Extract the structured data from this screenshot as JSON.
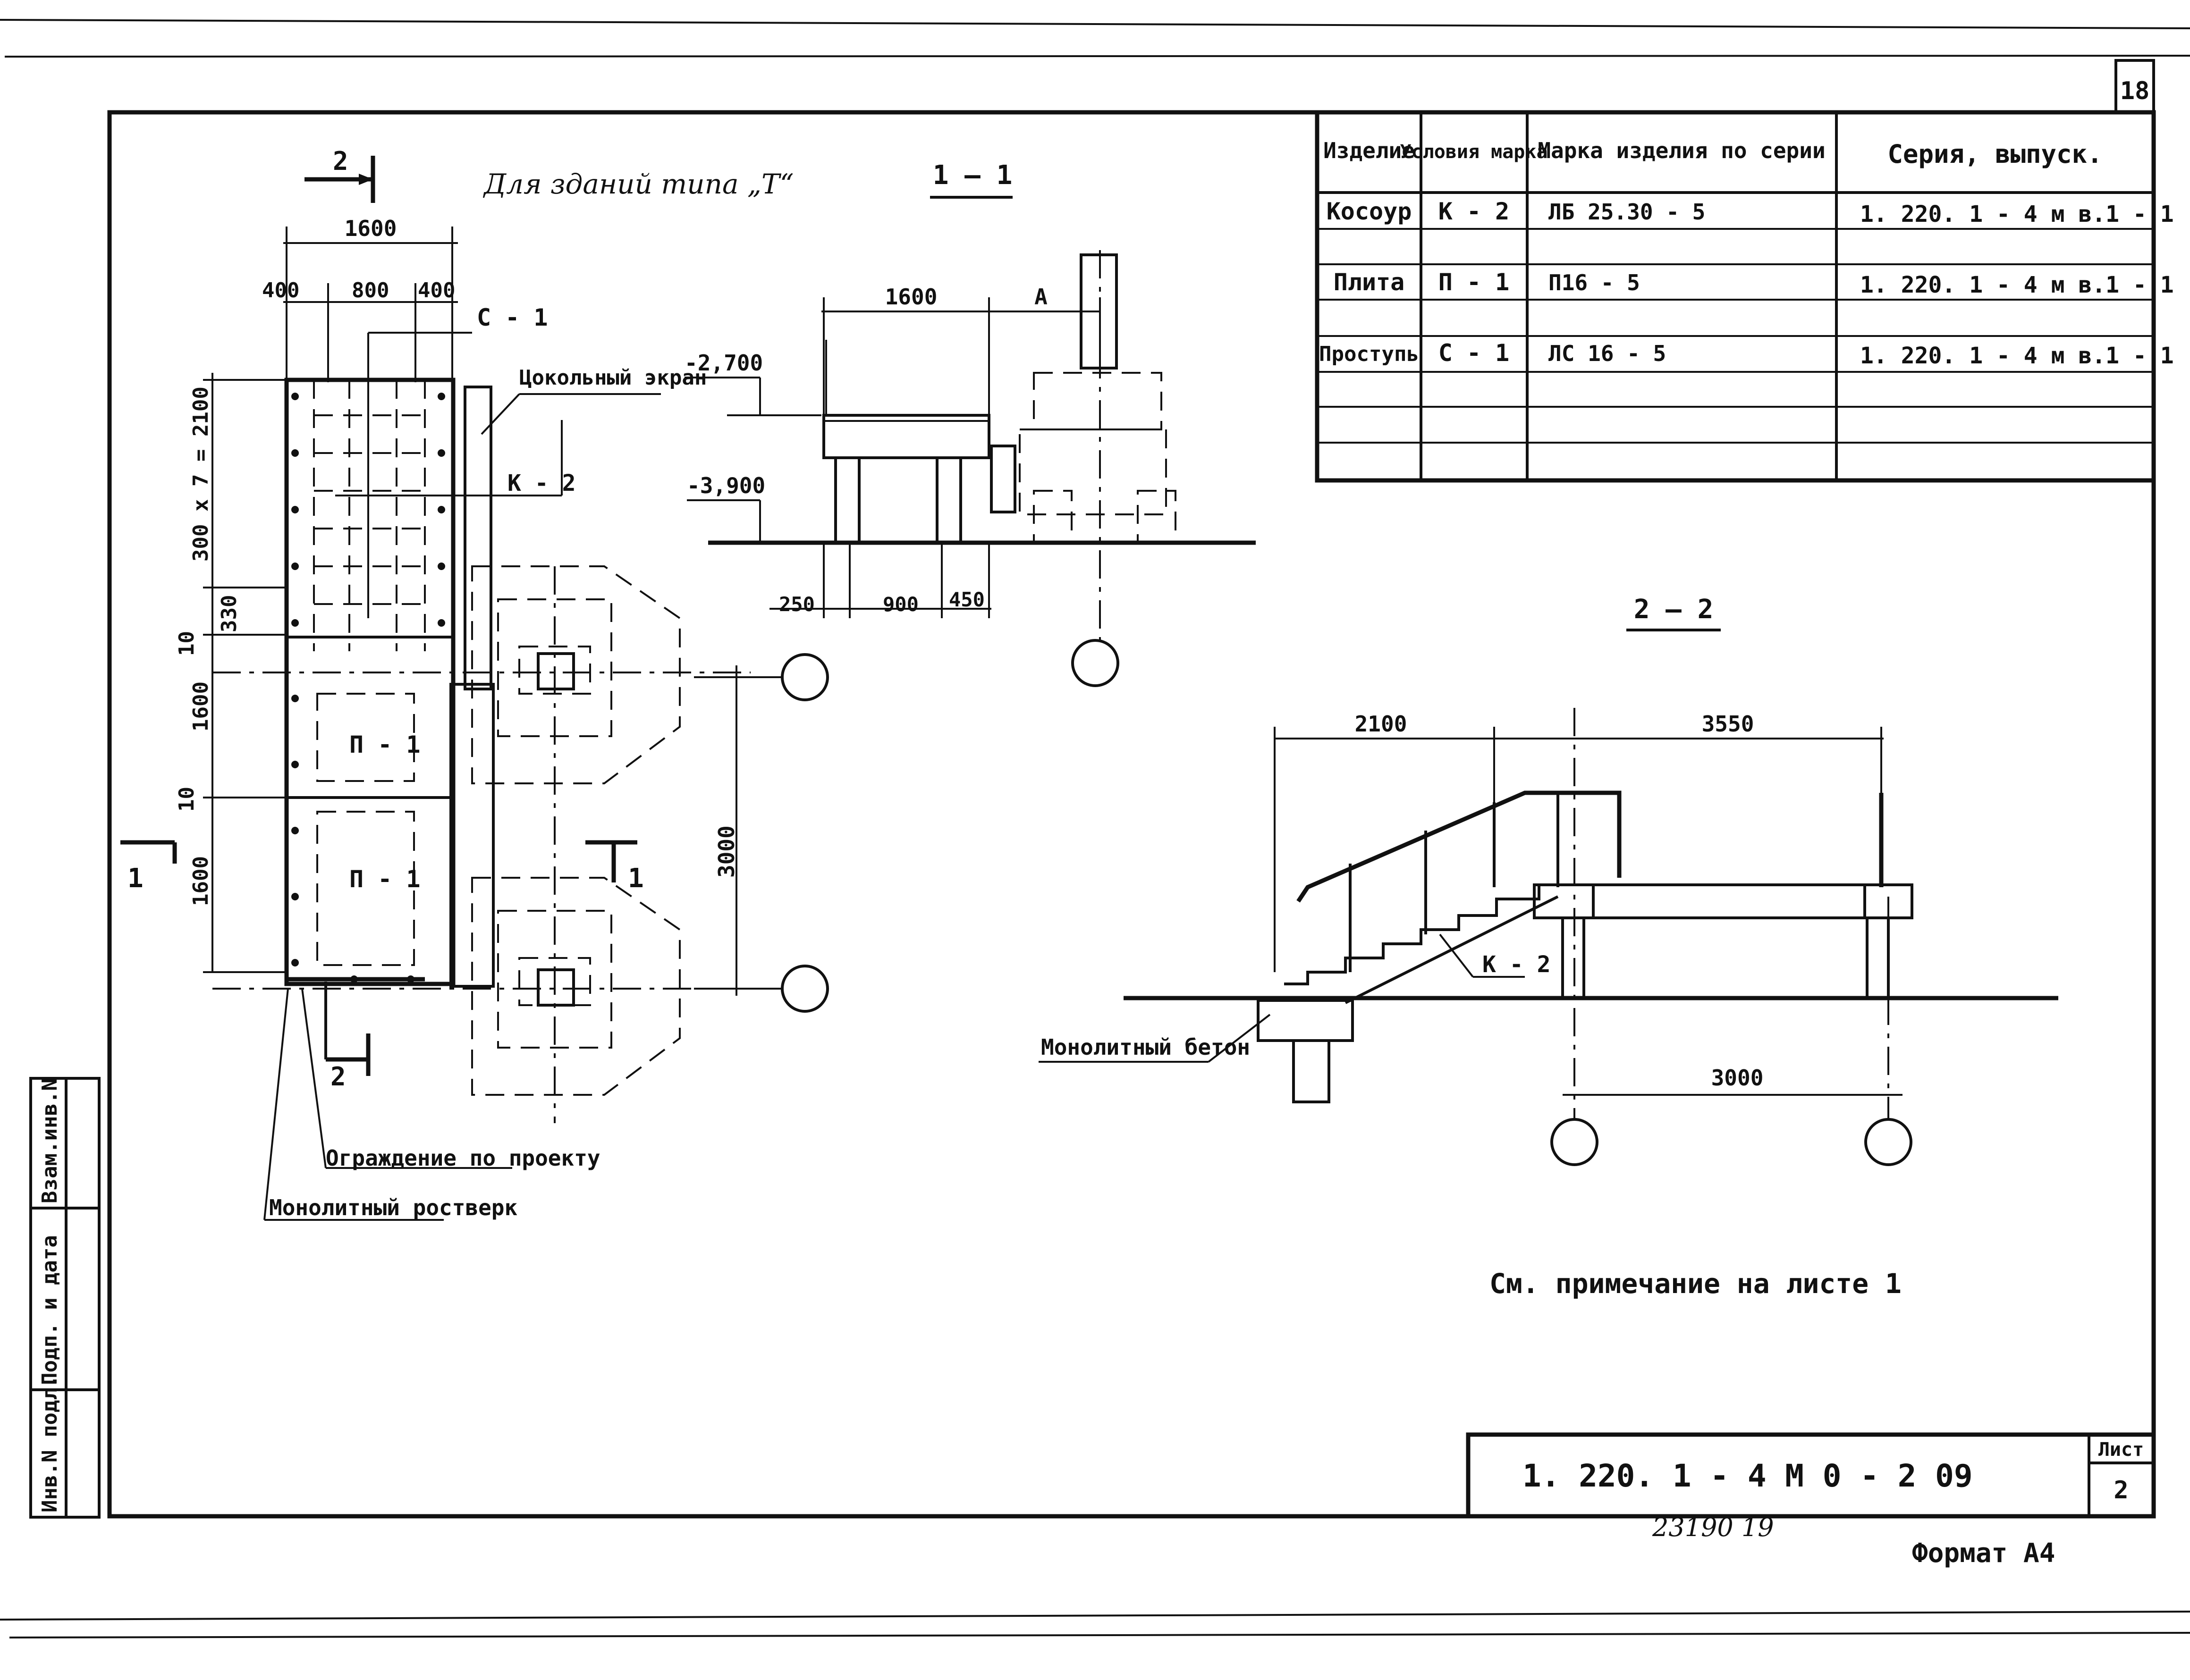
{
  "sheet": {
    "top_page_number": "18",
    "sheet_label": "Лист",
    "sheet_number": "2",
    "document_code": "1. 220. 1  - 4 М   0 - 2  09",
    "archive_number": "23190  19",
    "format": "Формат А4"
  },
  "side_stamp": [
    "Инв.N подл.",
    "Подп. и дата",
    "Взам.инв.N"
  ],
  "plan": {
    "note": "Для зданий типа „Т“",
    "section_2_mark": "2",
    "section_1_mark": "1",
    "dim_total_width": "1600",
    "dim_left": "400",
    "dim_mid": "800",
    "dim_right": "400",
    "step_label": "С - 1",
    "plinth_screen": "Цокольный экран",
    "stringer_label": "К - 2",
    "dim_steps": "300 х 7 = 2100",
    "dim_330": "330",
    "dim_gap1": "10",
    "dim_slab1": "1600",
    "dim_gap2": "10",
    "dim_slab2": "1600",
    "slab1_label": "П - 1",
    "slab2_label": "П - 1",
    "dim_axes": "3000",
    "railing_label": "Ограждение по проекту",
    "grillage_label": "Монолитный ростверк"
  },
  "section_1_1": {
    "title": "1 — 1",
    "dim_1600": "1600",
    "dim_A": "А",
    "level_top": "-2,700",
    "level_bottom": "-3,900",
    "dim_250": "250",
    "dim_900": "900",
    "dim_450": "450"
  },
  "section_2_2": {
    "title": "2 — 2",
    "dim_2100": "2100",
    "dim_3550": "3550",
    "dim_3000": "3000",
    "stringer_label": "К - 2",
    "concrete_label": "Монолитный бетон"
  },
  "spec_table": {
    "headers": [
      "Изделие",
      "Условия марка",
      "Марка изделия по серии",
      "Серия, выпуск."
    ],
    "rows": [
      [
        "Косоур",
        "К - 2",
        "ЛБ 25.30 - 5",
        "1. 220. 1 - 4 м в.1 - 1"
      ],
      [
        "Плита",
        "П - 1",
        "П16 - 5",
        "1. 220. 1 - 4 м в.1 - 1"
      ],
      [
        "Проступь",
        "С - 1",
        "ЛС 16 - 5",
        "1. 220. 1 - 4 м в.1 - 1"
      ],
      [
        "",
        "",
        "",
        ""
      ],
      [
        "",
        "",
        "",
        ""
      ]
    ]
  },
  "note": "См. примечание на листе 1"
}
